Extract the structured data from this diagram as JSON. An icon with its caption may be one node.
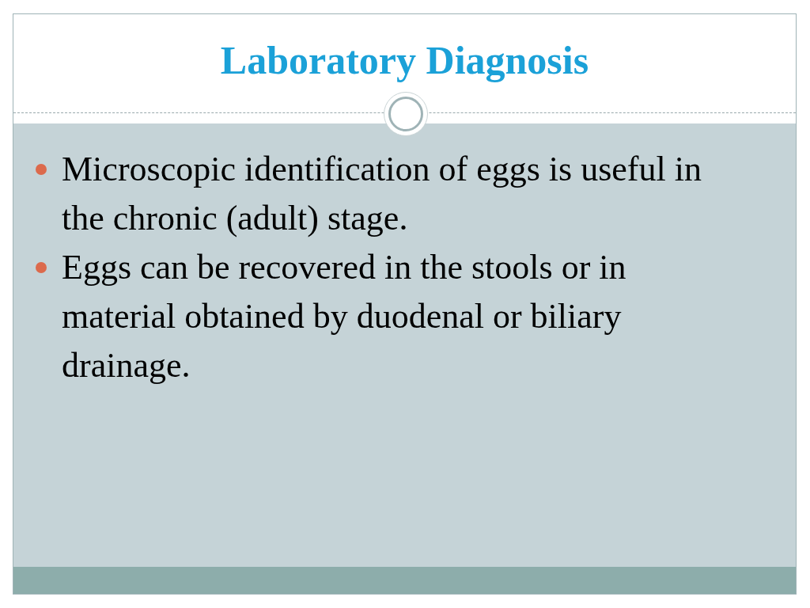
{
  "diagram": {
    "title": "Laboratory Diagnosis",
    "labels": [
      "Microscopic identification of eggs is useful in the chronic (adult) stage.",
      "Eggs can be recovered in the stools or in material obtained by duodenal or biliary drainage."
    ]
  }
}
